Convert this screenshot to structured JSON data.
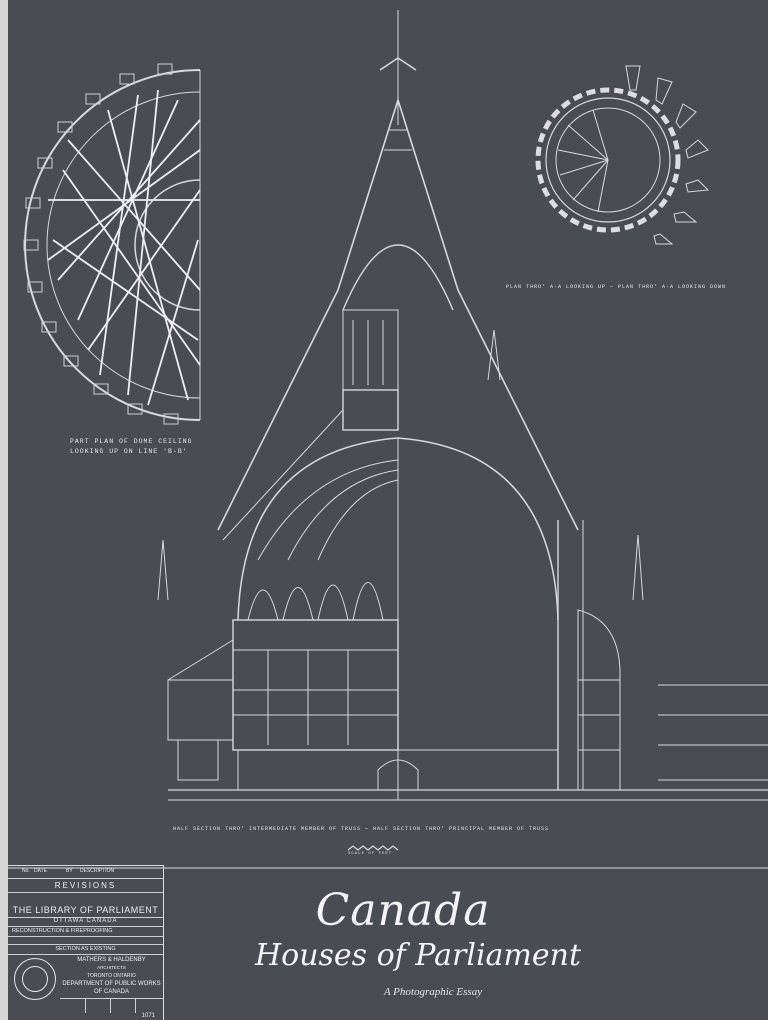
{
  "cover": {
    "title": "Canada",
    "subtitle": "Houses of Parliament",
    "tagline": "A Photographic Essay"
  },
  "drawing_labels": {
    "dome_plan": "PART PLAN OF DOME CEILING",
    "dome_plan_line2": "LOOKING UP ON LINE 'B-B'",
    "plan_right": "PLAN THRO' A-A LOOKING UP  —  PLAN THRO' A-A LOOKING DOWN",
    "section_caption": "HALF SECTION THRO' INTERMEDIATE MEMBER OF TRUSS  —  HALF SECTION THRO' PRINCIPAL MEMBER OF TRUSS",
    "scale": "SCALE OF FEET"
  },
  "title_block": {
    "rev_no": "No.",
    "rev_date": "DATE",
    "rev_desc": "DESCRIPTION",
    "rev_by": "BY",
    "revisions": "REVISIONS",
    "library": "THE LIBRARY OF PARLIAMENT",
    "city": "OTTAWA      CANADA",
    "reconstruction": "RECONSTRUCTION & FIREPROOFING",
    "section": "SECTION AS EXISTING",
    "firm": "MATHERS & HALDENBY",
    "firm_role": "ARCHITECTS",
    "firm_city": "TORONTO      ONTARIO",
    "department": "DEPARTMENT OF PUBLIC WORKS",
    "country": "OF CANADA",
    "sheet_no": "1071"
  },
  "colors": {
    "paper": "#4a4c54",
    "ink": "#e8e8ec",
    "margin": "#d6d6d6"
  }
}
